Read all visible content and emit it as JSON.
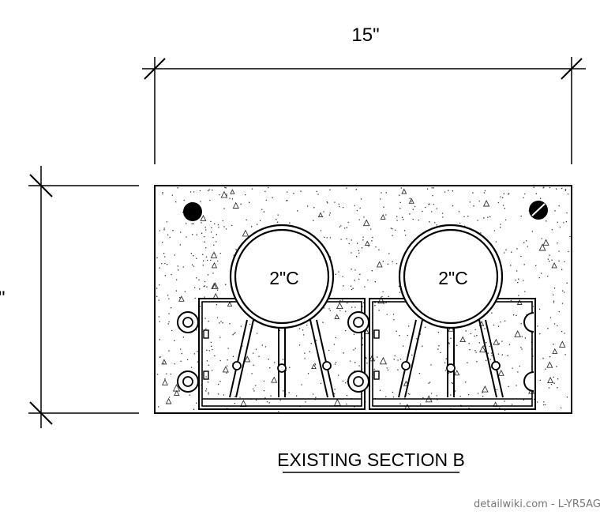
{
  "dimensions": {
    "width_label": "15\"",
    "height_label": "\""
  },
  "conduits": [
    {
      "label": "2\"C"
    },
    {
      "label": "2\"C"
    }
  ],
  "title": "EXISTING SECTION B",
  "watermark": "detailwiki.com - L-YR5AG"
}
